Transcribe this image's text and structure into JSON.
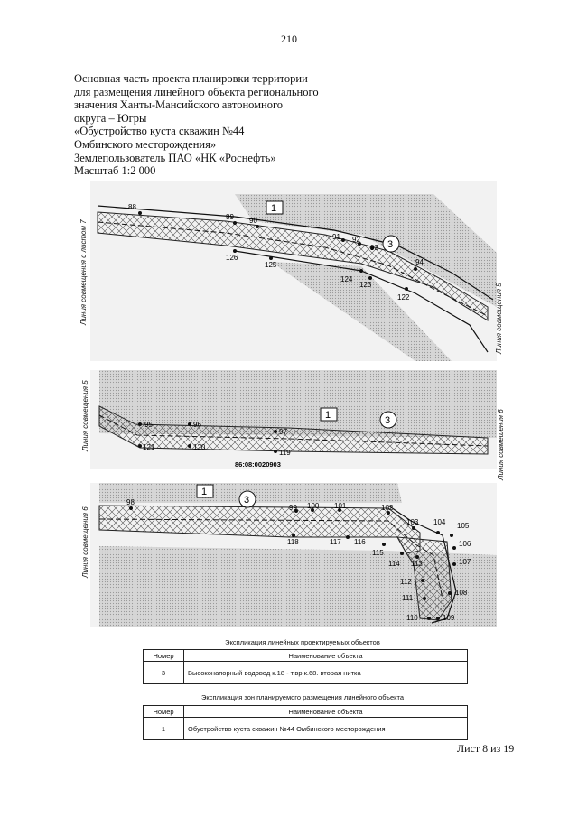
{
  "page_number": "210",
  "title_lines": [
    "Основная часть проекта планировки территории",
    "для размещения линейного объекта регионального",
    "значения Ханты-Мансийского автономного",
    "округа – Югры",
    "«Обустройство куста скважин №44",
    "Омбинского месторождения»",
    "Землепользователь ПАО «НК «Роснефть»",
    "Масштаб 1:2 000"
  ],
  "map1": {
    "left_label": "Линия совмещения с листом 7",
    "right_label": "Линия совмещения 5",
    "zone_marker": "1",
    "object_marker": "3",
    "points": [
      "88",
      "89",
      "90",
      "91",
      "92",
      "93",
      "94",
      "126",
      "125",
      "124",
      "123",
      "122"
    ]
  },
  "map2": {
    "left_label": "Линия совмещения 5",
    "right_label": "Линия совмещения 6",
    "zone_marker": "1",
    "object_marker": "3",
    "cadastral": "86:08:0020903",
    "points": [
      "95",
      "96",
      "97",
      "121",
      "120",
      "119"
    ]
  },
  "map3": {
    "left_label": "Линия совмещения 6",
    "zone_marker": "1",
    "object_marker": "3",
    "points": [
      "98",
      "99",
      "100",
      "101",
      "102",
      "103",
      "104",
      "105",
      "106",
      "107",
      "108",
      "109",
      "110",
      "111",
      "112",
      "113",
      "114",
      "115",
      "116",
      "117",
      "118"
    ]
  },
  "table_linear": {
    "caption": "Экспликация линейных проектируемых объектов",
    "headers": [
      "Номер",
      "Наименование объекта"
    ],
    "rows": [
      [
        "3",
        "Высоконапорный водовод к.18 - т.вр.к.68. вторая нитка"
      ]
    ]
  },
  "table_zones": {
    "caption": "Экспликация зон планируемого размещения линейного объекта",
    "headers": [
      "Номер",
      "Наименование объекта"
    ],
    "rows": [
      [
        "1",
        "Обустройство куста скважин №44 Омбинского месторождения"
      ]
    ]
  },
  "sheet_label": "Лист 8 из 19"
}
